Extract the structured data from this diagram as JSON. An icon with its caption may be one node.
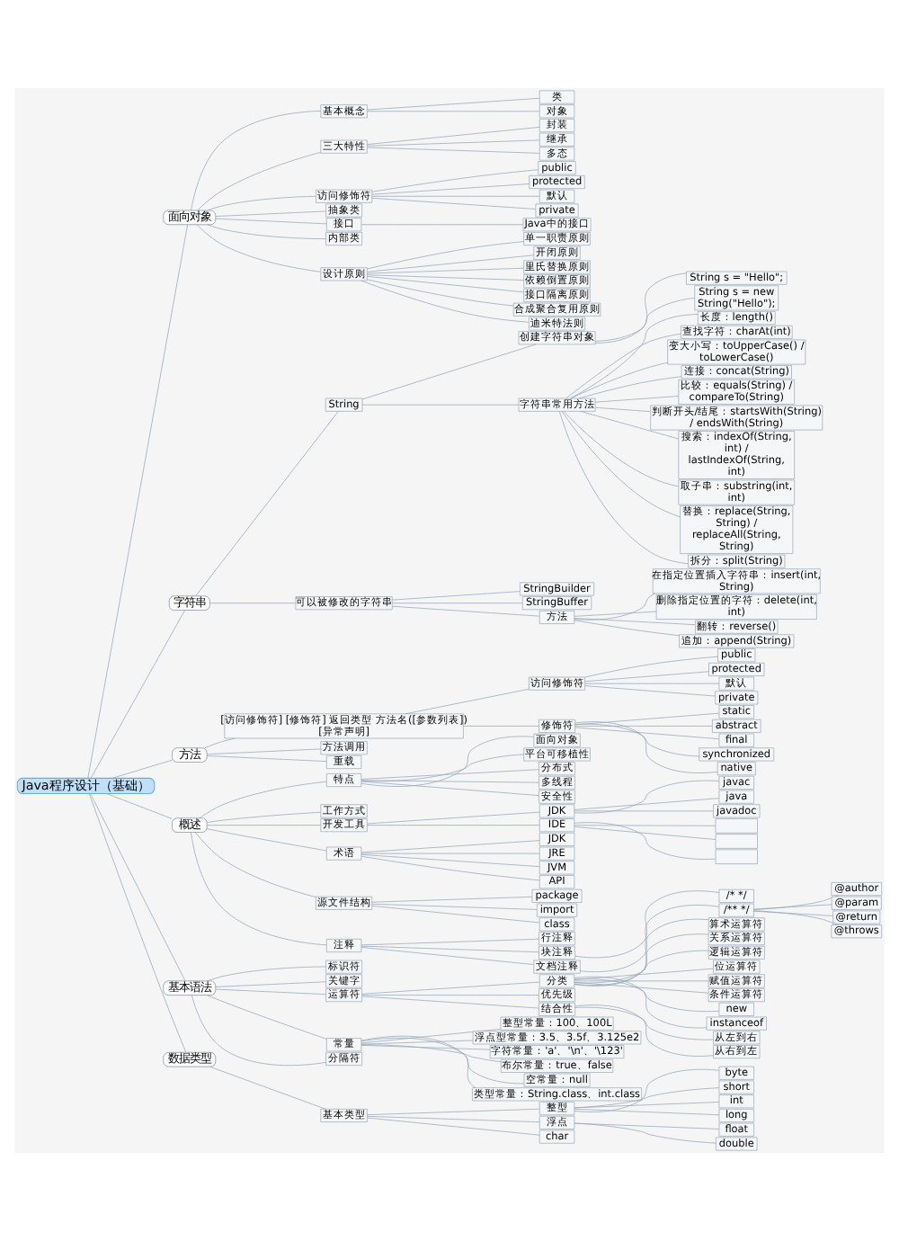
{
  "diagram": {
    "nodes": [
      {
        "text": [
          "Java程序设计（基础）"
        ]
      },
      {
        "text": [
          "面向对象"
        ]
      },
      {
        "text": [
          "基本概念"
        ]
      },
      {
        "text": [
          "类"
        ]
      },
      {
        "text": [
          "对象"
        ]
      },
      {
        "text": [
          "三大特性"
        ]
      },
      {
        "text": [
          "封装"
        ]
      },
      {
        "text": [
          "继承"
        ]
      },
      {
        "text": [
          "多态"
        ]
      },
      {
        "text": [
          "访问修饰符"
        ]
      },
      {
        "text": [
          "public"
        ]
      },
      {
        "text": [
          "protected"
        ]
      },
      {
        "text": [
          "默认"
        ]
      },
      {
        "text": [
          "private"
        ]
      },
      {
        "text": [
          "抽象类"
        ]
      },
      {
        "text": [
          "接口"
        ]
      },
      {
        "text": [
          "Java中的接口"
        ]
      },
      {
        "text": [
          "内部类"
        ]
      },
      {
        "text": [
          "设计原则"
        ]
      },
      {
        "text": [
          "单一职责原则"
        ]
      },
      {
        "text": [
          "开闭原则"
        ]
      },
      {
        "text": [
          "里氏替换原则"
        ]
      },
      {
        "text": [
          "依赖倒置原则"
        ]
      },
      {
        "text": [
          "接口隔离原则"
        ]
      },
      {
        "text": [
          "合成聚合复用原则"
        ]
      },
      {
        "text": [
          "迪米特法则"
        ]
      },
      {
        "text": [
          "字符串"
        ]
      },
      {
        "text": [
          "String"
        ]
      },
      {
        "text": [
          "创建字符串对象"
        ]
      },
      {
        "text": [
          "String s = \"Hello\";"
        ]
      },
      {
        "text": [
          "String s = new String(\"Hello\");"
        ]
      },
      {
        "text": [
          "字符串常用方法"
        ]
      },
      {
        "text": [
          "长度：length()"
        ]
      },
      {
        "text": [
          "查找字符：charAt(int)"
        ]
      },
      {
        "text": [
          "变大小写：toUpperCase() / toLowerCase()"
        ]
      },
      {
        "text": [
          "连接：concat(String)"
        ]
      },
      {
        "text": [
          "比较：equals(String) / compareTo(String)"
        ]
      },
      {
        "text": [
          "判断开头/结尾：startsWith(String) / endsWith(String)"
        ]
      },
      {
        "text": [
          "搜索：indexOf(String, int) / lastIndexOf(String, int)"
        ]
      },
      {
        "text": [
          "取子串：substring(int, int)"
        ]
      },
      {
        "text": [
          "替换：replace(String, String) / replaceAll(String, String)"
        ]
      },
      {
        "text": [
          "拆分：split(String)"
        ]
      },
      {
        "text": [
          "可以被修改的字符串"
        ]
      },
      {
        "text": [
          "StringBuilder"
        ]
      },
      {
        "text": [
          "StringBuffer"
        ]
      },
      {
        "text": [
          "方法"
        ]
      },
      {
        "text": [
          "在指定位置插入字符串：insert(int, String)"
        ]
      },
      {
        "text": [
          "删除指定位置的字符：delete(int, int)"
        ]
      },
      {
        "text": [
          "翻转：reverse()"
        ]
      },
      {
        "text": [
          "追加：append(String)"
        ]
      },
      {
        "text": [
          "方法"
        ]
      },
      {
        "text": [
          "[访问修饰符] [修饰符] 返回类型 方法名([参数列表]) [异常声明]"
        ]
      },
      {
        "text": [
          "访问修饰符"
        ]
      },
      {
        "text": [
          "public"
        ]
      },
      {
        "text": [
          "protected"
        ]
      },
      {
        "text": [
          "默认"
        ]
      },
      {
        "text": [
          "private"
        ]
      },
      {
        "text": [
          "修饰符"
        ]
      },
      {
        "text": [
          "static"
        ]
      },
      {
        "text": [
          "abstract"
        ]
      },
      {
        "text": [
          "final"
        ]
      },
      {
        "text": [
          "synchronized"
        ]
      },
      {
        "text": [
          "native"
        ]
      },
      {
        "text": [
          "方法调用"
        ]
      },
      {
        "text": [
          "重载"
        ]
      },
      {
        "text": [
          "概述"
        ]
      },
      {
        "text": [
          "特点"
        ]
      },
      {
        "text": [
          "面向对象"
        ]
      },
      {
        "text": [
          "平台可移植性"
        ]
      },
      {
        "text": [
          "分布式"
        ]
      },
      {
        "text": [
          "多线程"
        ]
      },
      {
        "text": [
          "安全性"
        ]
      },
      {
        "text": [
          "工作方式"
        ]
      },
      {
        "text": [
          "开发工具"
        ]
      },
      {
        "text": [
          "JDK"
        ]
      },
      {
        "text": [
          "javac"
        ]
      },
      {
        "text": [
          "java"
        ]
      },
      {
        "text": [
          "javadoc"
        ]
      },
      {
        "text": [
          "IDE"
        ]
      },
      {
        "text": [],
        "shape": "box"
      },
      {
        "text": [],
        "shape": "box"
      },
      {
        "text": [],
        "shape": "box"
      },
      {
        "text": [
          "术语"
        ]
      },
      {
        "text": [
          "JDK"
        ]
      },
      {
        "text": [
          "JRE"
        ]
      },
      {
        "text": [
          "JVM"
        ]
      },
      {
        "text": [
          "API"
        ]
      },
      {
        "text": [
          "源文件结构"
        ]
      },
      {
        "text": [
          "package"
        ]
      },
      {
        "text": [
          "import"
        ]
      },
      {
        "text": [
          "class"
        ]
      },
      {
        "text": [
          "注释"
        ]
      },
      {
        "text": [
          "行注释"
        ]
      },
      {
        "text": [
          "块注释"
        ]
      },
      {
        "text": [
          "/* */"
        ]
      },
      {
        "text": [
          "文档注释"
        ]
      },
      {
        "text": [
          "/** */"
        ]
      },
      {
        "text": [
          "@author"
        ]
      },
      {
        "text": [
          "@param"
        ]
      },
      {
        "text": [
          "@return"
        ]
      },
      {
        "text": [
          "@throws"
        ]
      },
      {
        "text": [
          "基本语法"
        ]
      },
      {
        "text": [
          "标识符"
        ]
      },
      {
        "text": [
          "关键字"
        ]
      },
      {
        "text": [
          "运算符"
        ]
      },
      {
        "text": [
          "分类"
        ]
      },
      {
        "text": [
          "算术运算符"
        ]
      },
      {
        "text": [
          "关系运算符"
        ]
      },
      {
        "text": [
          "逻辑运算符"
        ]
      },
      {
        "text": [
          "位运算符"
        ]
      },
      {
        "text": [
          "赋值运算符"
        ]
      },
      {
        "text": [
          "条件运算符"
        ]
      },
      {
        "text": [
          "new"
        ]
      },
      {
        "text": [
          "instanceof"
        ]
      },
      {
        "text": [
          "优先级"
        ]
      },
      {
        "text": [
          "结合性"
        ]
      },
      {
        "text": [
          "从左到右"
        ]
      },
      {
        "text": [
          "从右到左"
        ]
      },
      {
        "text": [
          "常量"
        ]
      },
      {
        "text": [
          "整型常量：100、100L"
        ]
      },
      {
        "text": [
          "浮点型常量：3.5、3.5f、3.125e2"
        ]
      },
      {
        "text": [
          "字符常量：'a'、'\\n'、'\\123'"
        ]
      },
      {
        "text": [
          "布尔常量：true、false"
        ]
      },
      {
        "text": [
          "空常量：null"
        ]
      },
      {
        "text": [
          "类型常量：String.class、int.class"
        ]
      },
      {
        "text": [
          "分隔符"
        ]
      },
      {
        "text": [
          "数据类型"
        ]
      },
      {
        "text": [
          "基本类型"
        ]
      },
      {
        "text": [
          "整型"
        ]
      },
      {
        "text": [
          "byte"
        ]
      },
      {
        "text": [
          "short"
        ]
      },
      {
        "text": [
          "int"
        ]
      },
      {
        "text": [
          "long"
        ]
      },
      {
        "text": [
          "浮点"
        ]
      },
      {
        "text": [
          "float"
        ]
      },
      {
        "text": [
          "double"
        ]
      },
      {
        "text": [
          "char"
        ]
      }
    ],
    "edges": [
      {
        "from": 0,
        "to": 1,
        "arrow": "none"
      },
      {
        "from": 1,
        "to": 2,
        "arrow": "none"
      },
      {
        "from": 2,
        "to": 3,
        "arrow": "none"
      },
      {
        "from": 2,
        "to": 4,
        "arrow": "none"
      },
      {
        "from": 1,
        "to": 5,
        "arrow": "none"
      },
      {
        "from": 5,
        "to": 6,
        "arrow": "none"
      },
      {
        "from": 5,
        "to": 7,
        "arrow": "none"
      },
      {
        "from": 5,
        "to": 8,
        "arrow": "none"
      },
      {
        "from": 1,
        "to": 9,
        "arrow": "none"
      },
      {
        "from": 9,
        "to": 10,
        "arrow": "none"
      },
      {
        "from": 9,
        "to": 11,
        "arrow": "none"
      },
      {
        "from": 9,
        "to": 12,
        "arrow": "none"
      },
      {
        "from": 9,
        "to": 13,
        "arrow": "none"
      },
      {
        "from": 1,
        "to": 14,
        "arrow": "none"
      },
      {
        "from": 1,
        "to": 15,
        "arrow": "none"
      },
      {
        "from": 15,
        "to": 16,
        "arrow": "none"
      },
      {
        "from": 1,
        "to": 17,
        "arrow": "none"
      },
      {
        "from": 1,
        "to": 18,
        "arrow": "none"
      },
      {
        "from": 18,
        "to": 19,
        "arrow": "none"
      },
      {
        "from": 18,
        "to": 20,
        "arrow": "none"
      },
      {
        "from": 18,
        "to": 21,
        "arrow": "none"
      },
      {
        "from": 18,
        "to": 22,
        "arrow": "none"
      },
      {
        "from": 18,
        "to": 23,
        "arrow": "none"
      },
      {
        "from": 18,
        "to": 24,
        "arrow": "none"
      },
      {
        "from": 18,
        "to": 25,
        "arrow": "none"
      },
      {
        "from": 0,
        "to": 26,
        "arrow": "none"
      },
      {
        "from": 26,
        "to": 27,
        "arrow": "none"
      },
      {
        "from": 27,
        "to": 28,
        "arrow": "none"
      },
      {
        "from": 28,
        "to": 29,
        "arrow": "none"
      },
      {
        "from": 28,
        "to": 30,
        "arrow": "none"
      },
      {
        "from": 27,
        "to": 31,
        "arrow": "none"
      },
      {
        "from": 31,
        "to": 32,
        "arrow": "none"
      },
      {
        "from": 31,
        "to": 33,
        "arrow": "none"
      },
      {
        "from": 31,
        "to": 34,
        "arrow": "none"
      },
      {
        "from": 31,
        "to": 35,
        "arrow": "none"
      },
      {
        "from": 31,
        "to": 36,
        "arrow": "none"
      },
      {
        "from": 31,
        "to": 37,
        "arrow": "none"
      },
      {
        "from": 31,
        "to": 38,
        "arrow": "none"
      },
      {
        "from": 31,
        "to": 39,
        "arrow": "none"
      },
      {
        "from": 31,
        "to": 40,
        "arrow": "none"
      },
      {
        "from": 31,
        "to": 41,
        "arrow": "none"
      },
      {
        "from": 26,
        "to": 42,
        "arrow": "none"
      },
      {
        "from": 42,
        "to": 43,
        "arrow": "none"
      },
      {
        "from": 42,
        "to": 44,
        "arrow": "none"
      },
      {
        "from": 42,
        "to": 45,
        "arrow": "none"
      },
      {
        "from": 45,
        "to": 46,
        "arrow": "none"
      },
      {
        "from": 45,
        "to": 47,
        "arrow": "none"
      },
      {
        "from": 45,
        "to": 48,
        "arrow": "none"
      },
      {
        "from": 45,
        "to": 49,
        "arrow": "none"
      },
      {
        "from": 0,
        "to": 50,
        "arrow": "none"
      },
      {
        "from": 50,
        "to": 51,
        "arrow": "none"
      },
      {
        "from": 51,
        "to": 52,
        "arrow": "none"
      },
      {
        "from": 52,
        "to": 53,
        "arrow": "none"
      },
      {
        "from": 52,
        "to": 54,
        "arrow": "none"
      },
      {
        "from": 52,
        "to": 55,
        "arrow": "none"
      },
      {
        "from": 52,
        "to": 56,
        "arrow": "none"
      },
      {
        "from": 51,
        "to": 57,
        "arrow": "none"
      },
      {
        "from": 57,
        "to": 58,
        "arrow": "none"
      },
      {
        "from": 57,
        "to": 59,
        "arrow": "none"
      },
      {
        "from": 57,
        "to": 60,
        "arrow": "none"
      },
      {
        "from": 57,
        "to": 61,
        "arrow": "none"
      },
      {
        "from": 57,
        "to": 62,
        "arrow": "none"
      },
      {
        "from": 50,
        "to": 63,
        "arrow": "none"
      },
      {
        "from": 50,
        "to": 64,
        "arrow": "none"
      },
      {
        "from": 0,
        "to": 65,
        "arrow": "none"
      },
      {
        "from": 65,
        "to": 66,
        "arrow": "none"
      },
      {
        "from": 66,
        "to": 67,
        "arrow": "none"
      },
      {
        "from": 66,
        "to": 68,
        "arrow": "none"
      },
      {
        "from": 66,
        "to": 69,
        "arrow": "none"
      },
      {
        "from": 66,
        "to": 70,
        "arrow": "none"
      },
      {
        "from": 66,
        "to": 71,
        "arrow": "none"
      },
      {
        "from": 65,
        "to": 72,
        "arrow": "none"
      },
      {
        "from": 65,
        "to": 73,
        "arrow": "none"
      },
      {
        "from": 73,
        "to": 74,
        "arrow": "none"
      },
      {
        "from": 74,
        "to": 75,
        "arrow": "none"
      },
      {
        "from": 74,
        "to": 76,
        "arrow": "none"
      },
      {
        "from": 74,
        "to": 77,
        "arrow": "none"
      },
      {
        "from": 73,
        "to": 78,
        "arrow": "none"
      },
      {
        "from": 78,
        "to": 79,
        "arrow": "none"
      },
      {
        "from": 78,
        "to": 80,
        "arrow": "none"
      },
      {
        "from": 78,
        "to": 81,
        "arrow": "none"
      },
      {
        "from": 65,
        "to": 82,
        "arrow": "none"
      },
      {
        "from": 82,
        "to": 83,
        "arrow": "none"
      },
      {
        "from": 82,
        "to": 84,
        "arrow": "none"
      },
      {
        "from": 82,
        "to": 85,
        "arrow": "none"
      },
      {
        "from": 82,
        "to": 86,
        "arrow": "none"
      },
      {
        "from": 65,
        "to": 87,
        "arrow": "none"
      },
      {
        "from": 87,
        "to": 88,
        "arrow": "none"
      },
      {
        "from": 87,
        "to": 89,
        "arrow": "none"
      },
      {
        "from": 87,
        "to": 90,
        "arrow": "none"
      },
      {
        "from": 65,
        "to": 91,
        "arrow": "none"
      },
      {
        "from": 91,
        "to": 92,
        "arrow": "none"
      },
      {
        "from": 91,
        "to": 93,
        "arrow": "none"
      },
      {
        "from": 93,
        "to": 94,
        "arrow": "none"
      },
      {
        "from": 91,
        "to": 95,
        "arrow": "none"
      },
      {
        "from": 95,
        "to": 96,
        "arrow": "none"
      },
      {
        "from": 96,
        "to": 97,
        "arrow": "none"
      },
      {
        "from": 96,
        "to": 98,
        "arrow": "none"
      },
      {
        "from": 96,
        "to": 99,
        "arrow": "none"
      },
      {
        "from": 96,
        "to": 100,
        "arrow": "none"
      },
      {
        "from": 0,
        "to": 101,
        "arrow": "none"
      },
      {
        "from": 101,
        "to": 102,
        "arrow": "none"
      },
      {
        "from": 101,
        "to": 103,
        "arrow": "none"
      },
      {
        "from": 101,
        "to": 104,
        "arrow": "none"
      },
      {
        "from": 104,
        "to": 105,
        "arrow": "none"
      },
      {
        "from": 105,
        "to": 106,
        "arrow": "none"
      },
      {
        "from": 105,
        "to": 107,
        "arrow": "none"
      },
      {
        "from": 105,
        "to": 108,
        "arrow": "none"
      },
      {
        "from": 105,
        "to": 109,
        "arrow": "none"
      },
      {
        "from": 105,
        "to": 110,
        "arrow": "none"
      },
      {
        "from": 105,
        "to": 111,
        "arrow": "none"
      },
      {
        "from": 105,
        "to": 112,
        "arrow": "none"
      },
      {
        "from": 105,
        "to": 113,
        "arrow": "none"
      },
      {
        "from": 104,
        "to": 114,
        "arrow": "none"
      },
      {
        "from": 104,
        "to": 115,
        "arrow": "none"
      },
      {
        "from": 115,
        "to": 116,
        "arrow": "none"
      },
      {
        "from": 115,
        "to": 117,
        "arrow": "none"
      },
      {
        "from": 101,
        "to": 118,
        "arrow": "none"
      },
      {
        "from": 118,
        "to": 119,
        "arrow": "none"
      },
      {
        "from": 118,
        "to": 120,
        "arrow": "none"
      },
      {
        "from": 118,
        "to": 121,
        "arrow": "none"
      },
      {
        "from": 118,
        "to": 122,
        "arrow": "none"
      },
      {
        "from": 118,
        "to": 123,
        "arrow": "none"
      },
      {
        "from": 118,
        "to": 124,
        "arrow": "none"
      },
      {
        "from": 101,
        "to": 125,
        "arrow": "none"
      },
      {
        "from": 0,
        "to": 126,
        "arrow": "none"
      },
      {
        "from": 126,
        "to": 127,
        "arrow": "none"
      },
      {
        "from": 127,
        "to": 128,
        "arrow": "none"
      },
      {
        "from": 128,
        "to": 129,
        "arrow": "none"
      },
      {
        "from": 128,
        "to": 130,
        "arrow": "none"
      },
      {
        "from": 128,
        "to": 131,
        "arrow": "none"
      },
      {
        "from": 128,
        "to": 132,
        "arrow": "none"
      },
      {
        "from": 127,
        "to": 133,
        "arrow": "none"
      },
      {
        "from": 133,
        "to": 134,
        "arrow": "none"
      },
      {
        "from": 133,
        "to": 135,
        "arrow": "none"
      },
      {
        "from": 127,
        "to": 136,
        "arrow": "none"
      }
    ]
  }
}
